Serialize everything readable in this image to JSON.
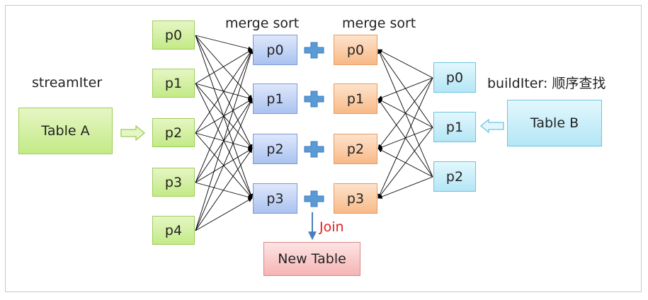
{
  "stream_label": "streamIter",
  "build_label": "buildIter: 顺序查找",
  "table_a": "Table A",
  "table_b": "Table B",
  "new_table": "New Table",
  "join_label": "Join",
  "merge_left": "merge sort",
  "merge_right": "merge sort",
  "stream_partitions": [
    "p0",
    "p1",
    "p2",
    "p3",
    "p4"
  ],
  "left_sorted": [
    "p0",
    "p1",
    "p2",
    "p3"
  ],
  "right_sorted": [
    "p0",
    "p1",
    "p2",
    "p3"
  ],
  "build_partitions": [
    "p0",
    "p1",
    "p2"
  ],
  "colors": {
    "stream": "#c3ea86",
    "left_sorted": "#aac2f0",
    "right_sorted": "#f8b987",
    "build": "#b4e6f6",
    "output": "#f6b4b4",
    "plus": "#5b9bd5",
    "join_text": "#e02020"
  }
}
